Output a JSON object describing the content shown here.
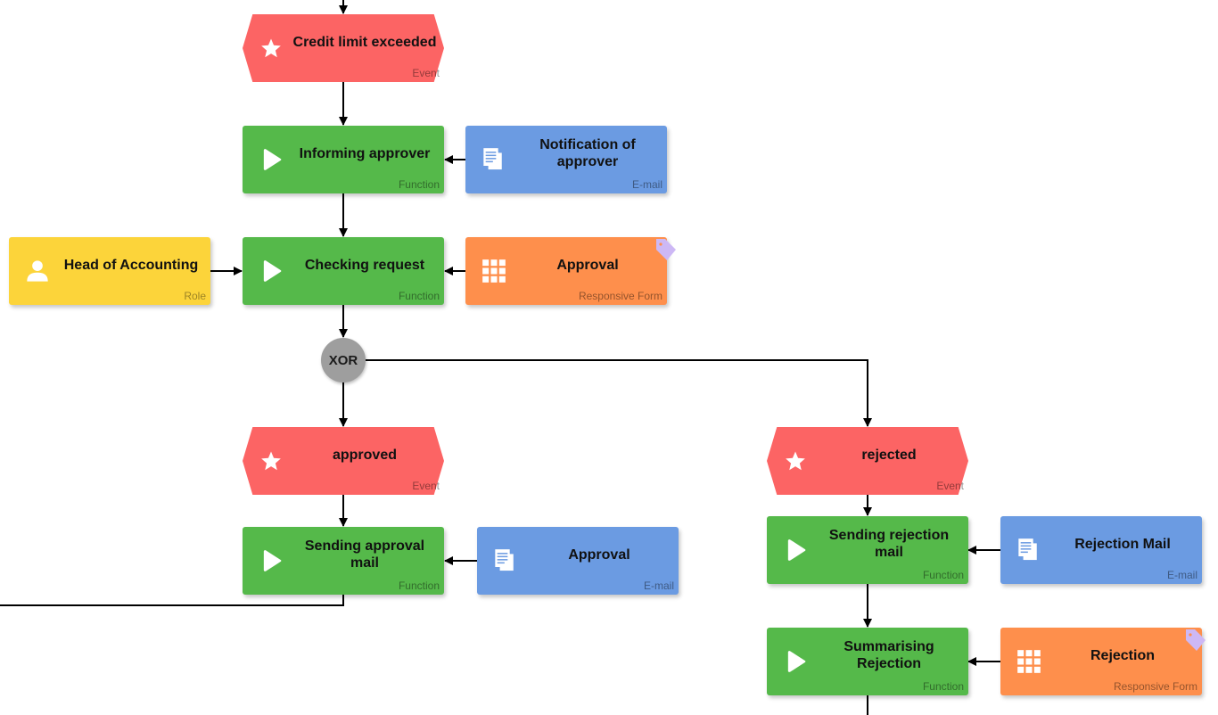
{
  "colors": {
    "event": "#fc6464",
    "function": "#55b94a",
    "email": "#6b9be2",
    "form": "#fe8f4c",
    "role": "#fcd43a",
    "gateway": "#9e9e9e",
    "connector": "#000000",
    "tag": "#cdb8f5"
  },
  "icons": {
    "event": "star-icon",
    "function": "play-icon",
    "email": "document-icon",
    "form": "grid-icon",
    "role": "user-icon",
    "tag": "tag-icon"
  },
  "nodes": {
    "credit_limit": {
      "label": "Credit limit exceeded",
      "type": "Event"
    },
    "informing_approver": {
      "label": "Informing approver",
      "type": "Function"
    },
    "notification": {
      "label": "Notification of approver",
      "type": "E-mail"
    },
    "head_accounting": {
      "label": "Head of Accounting",
      "type": "Role"
    },
    "checking_request": {
      "label": "Checking request",
      "type": "Function"
    },
    "approval_form": {
      "label": "Approval",
      "type": "Responsive Form"
    },
    "gateway": {
      "label": "XOR"
    },
    "approved": {
      "label": "approved",
      "type": "Event"
    },
    "rejected": {
      "label": "rejected",
      "type": "Event"
    },
    "sending_approval": {
      "label": "Sending approval mail",
      "type": "Function"
    },
    "approval_mail": {
      "label": "Approval",
      "type": "E-mail"
    },
    "sending_rejection": {
      "label": "Sending rejection mail",
      "type": "Function"
    },
    "rejection_mail": {
      "label": "Rejection Mail",
      "type": "E-mail"
    },
    "summarising": {
      "label": "Summarising Rejection",
      "type": "Function"
    },
    "rejection_form": {
      "label": "Rejection",
      "type": "Responsive Form"
    }
  }
}
